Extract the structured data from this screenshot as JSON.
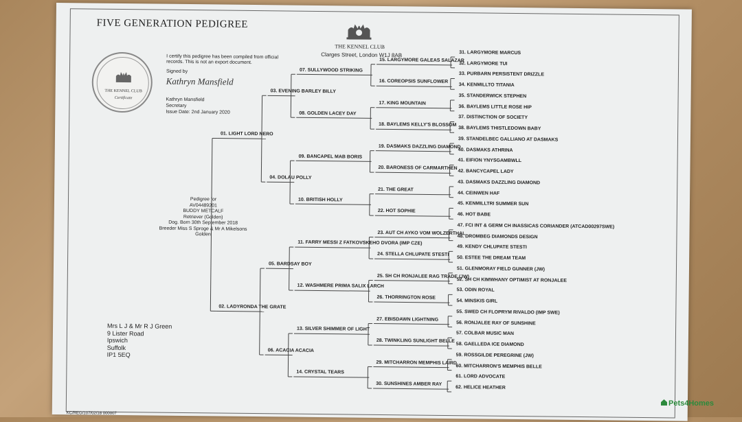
{
  "document": {
    "title": "FIVE GENERATION PEDIGREE",
    "club_name": "THE KENNEL CLUB",
    "address": "Clarges Street, London W1J 8AB",
    "seal_name": "THE KENNEL CLUB",
    "seal_subtitle": "Certificate",
    "certification": "I certify this pedigree has been compiled from official records. This is not an export document.",
    "signed_label": "Signed by",
    "signature": "Kathryn Mansfield",
    "signer_name": "Kathryn Mansfield",
    "signer_role": "Secretary",
    "issue_date": "Issue Date: 2nd January 2020",
    "footer_code": "KC/REG/107/02/18  000007",
    "watermark": "Pets4Homes"
  },
  "dog": {
    "line1": "Pedigree for",
    "reg_no": "AV04489201",
    "name": "BUDDY METCALF",
    "breed": "Retriever (Golden)",
    "born": "Dog. Born 30th September 2018",
    "breeder": "Breeder Miss S Sproge & Mr A Mikelsons",
    "colour": "Golden"
  },
  "owner": {
    "lines": [
      "Mrs L J & Mr R J Green",
      "9 Lister Road",
      "Ipswich",
      "Suffolk",
      "IP1 5EQ"
    ]
  },
  "generations": {
    "g1": [
      "01. LIGHT LORD NERO",
      "02. LADYRONDA THE GRATE"
    ],
    "g2": [
      "03. EVENING BARLEY BILLY",
      "04. DOLAU POLLY",
      "05. BARDSAY BOY",
      "06. ACACIA ACACIA"
    ],
    "g3": [
      "07. SULLYWOOD STRIKING",
      "08. GOLDEN LACEY DAY",
      "09. BANCAPEL MAB BORIS",
      "10. BRITISH HOLLY",
      "11. FARRY MESSI Z FATKOVSKEHO DVORA (IMP CZE)",
      "12. WASHMERE PRIMA SALIX LARCH",
      "13. SILVER SHIMMER OF LIGHT",
      "14. CRYSTAL TEARS"
    ],
    "g4": [
      "15. LARGYMORE GALEAS SALAZAR",
      "16. COREOPSIS SUNFLOWER",
      "17. KING MOUNTAIN",
      "18. BAYLEMS KELLY'S BLOSSOM",
      "19. DASMAKS DAZZLING DIAMOND",
      "20. BARONESS OF CARMARTHEN",
      "21. THE GREAT",
      "22. HOT SOPHIE",
      "23. AUT CH AYKO VOM WOLZERTHAL",
      "24. STELLA CHLUPATE STESTI",
      "25. SH CH RONJALEE RAG TRADE (JW)",
      "26. THORRINGTON ROSE",
      "27. EBISDAWN LIGHTNING",
      "28. TWINKLING SUNLIGHT BELLE",
      "29. MITCHARRON MEMPHIS LAIRD",
      "30. SUNSHINES AMBER RAY"
    ],
    "g5": [
      "31. LARGYMORE MARCUS",
      "32. LARGYMORE TUI",
      "33. PURBARN PERSISTENT DRIZZLE",
      "34. KENMILLTO TITANIA",
      "35. STANDERWICK STEPHEN",
      "36. BAYLEMS LITTLE ROSE HIP",
      "37. DISTINCTION OF SOCIETY",
      "38. BAYLEMS THISTLEDOWN BABY",
      "39. STANDELBEC GALLIANO AT DASMAKS",
      "40. DASMAKS ATHRINA",
      "41. EIFION YNYSGAMBWLL",
      "42. BANCYCAPEL LADY",
      "43. DASMAKS DAZZLING DIAMOND",
      "44. CEINWEN HAF",
      "45. KENMILLTRI SUMMER SUN",
      "46. HOT BABE",
      "47. FCI INT & GERM CH INASSICAS CORIANDER (ATCAD00297SWE)",
      "48. DROMBEG DIAMONDS DESIGN",
      "49. KENDY CHLUPATE STESTI",
      "50. ESTEE THE DREAM TEAM",
      "51. GLENMORAY FIELD GUNNER (JW)",
      "52. SH CH KIMWHANY OPTIMIST AT RONJALEE",
      "53. ODIN ROYAL",
      "54. MINSKIS GIRL",
      "55. SWED CH FLOPRYM RIVALDO (IMP SWE)",
      "56. RONJALEE RAY OF SUNSHINE",
      "57. COLBAR MUSIC MAN",
      "58. GAELLEDA ICE DIAMOND",
      "59. ROSSGILDE PEREGRINE (JW)",
      "60. MITCHARRON'S MEMPHIS BELLE",
      "61. LORD ADVOCATE",
      "62. HELICE HEATHER"
    ]
  }
}
